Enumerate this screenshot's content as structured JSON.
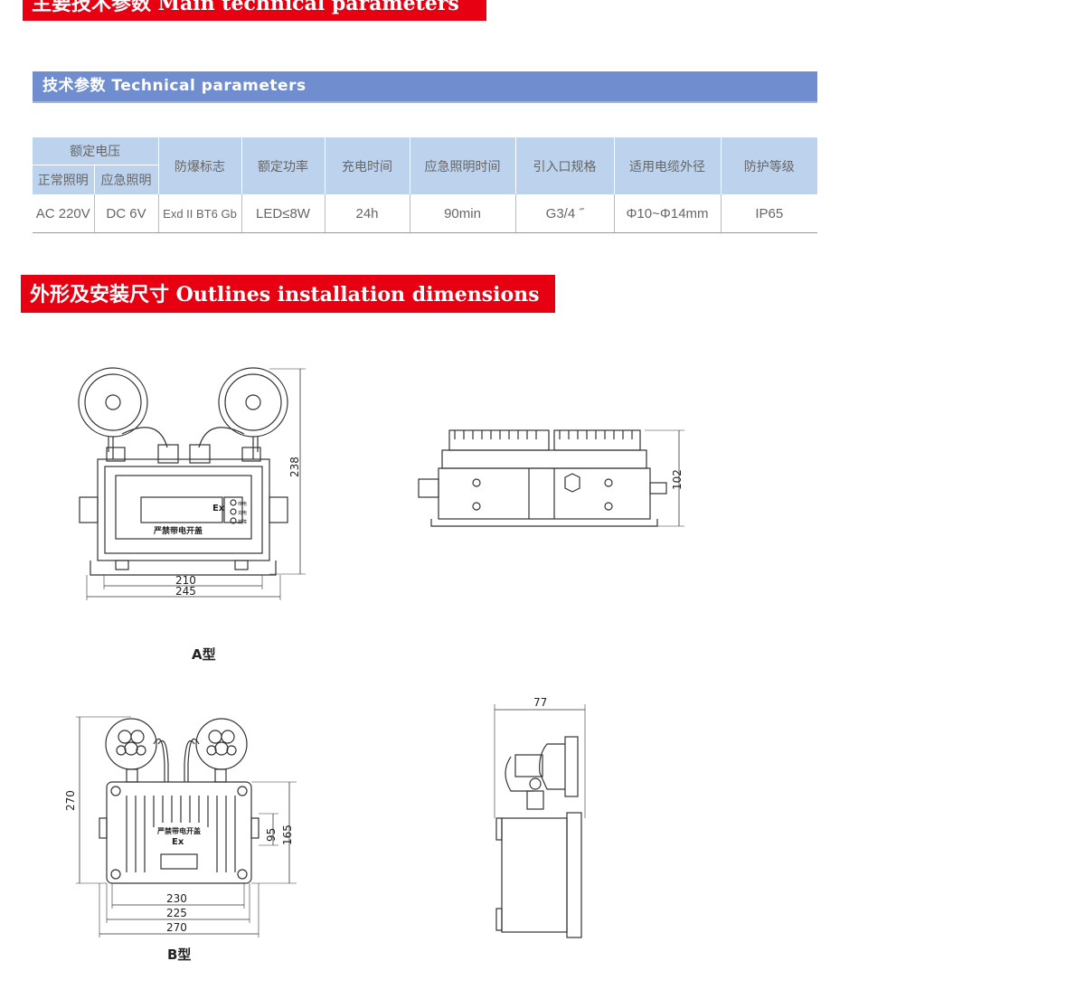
{
  "sections": {
    "main_params_title": "主要技术参数  Main  technical parameters",
    "tech_params_bar": "技术参数  Technical parameters",
    "outlines_title": "外形及安装尺寸  Outlines  installation dimensions"
  },
  "table": {
    "rated_voltage": "额定电压",
    "normal_lighting": "正常照明",
    "emergency_lighting": "应急照明",
    "headers": [
      "防爆标志",
      "额定功率",
      "充电时间",
      "应急照明时间",
      "引入口规格",
      "适用电缆外径",
      "防护等级"
    ],
    "row": [
      "AC 220V",
      "DC 6V",
      "Exd II BT6 Gb",
      "LED≤8W",
      "24h",
      "90min",
      "G3/4 ˝",
      "Φ10~Φ14mm",
      "IP65"
    ]
  },
  "drawings": {
    "a_front": {
      "caption": "A型",
      "height": "238",
      "width_inner": "210",
      "width_outer": "245",
      "label_ex": "Ex",
      "plate_text": "严禁带电开盖",
      "indicators": [
        "停电",
        "充电",
        "故障"
      ]
    },
    "a_side": {
      "height": "102"
    },
    "b_front": {
      "caption": "B型",
      "height": "270",
      "h1": "95",
      "h2": "165",
      "w1": "230",
      "w2": "225",
      "w3": "270",
      "label_ex": "Ex",
      "plate_text": "严禁带电开盖"
    },
    "b_side": {
      "depth": "77"
    }
  }
}
